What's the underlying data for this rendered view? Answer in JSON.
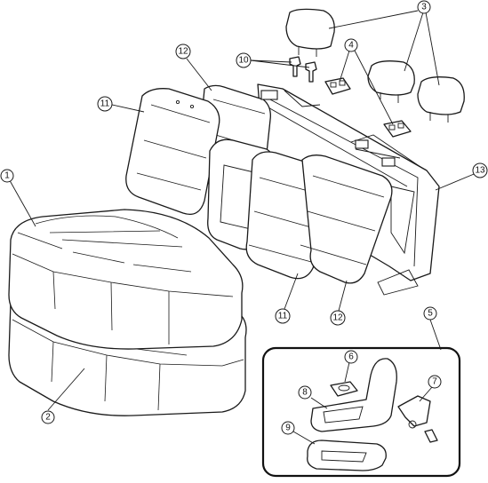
{
  "diagram": {
    "callouts": [
      {
        "id": "c1",
        "label": "1"
      },
      {
        "id": "c2",
        "label": "2"
      },
      {
        "id": "c3",
        "label": "3"
      },
      {
        "id": "c4",
        "label": "4"
      },
      {
        "id": "c5",
        "label": "5"
      },
      {
        "id": "c6",
        "label": "6"
      },
      {
        "id": "c7",
        "label": "7"
      },
      {
        "id": "c8",
        "label": "8"
      },
      {
        "id": "c9",
        "label": "9"
      },
      {
        "id": "c10",
        "label": "10"
      },
      {
        "id": "c11a",
        "label": "11"
      },
      {
        "id": "c11b",
        "label": "11"
      },
      {
        "id": "c12a",
        "label": "12"
      },
      {
        "id": "c12b",
        "label": "12"
      },
      {
        "id": "c13",
        "label": "13"
      }
    ]
  }
}
